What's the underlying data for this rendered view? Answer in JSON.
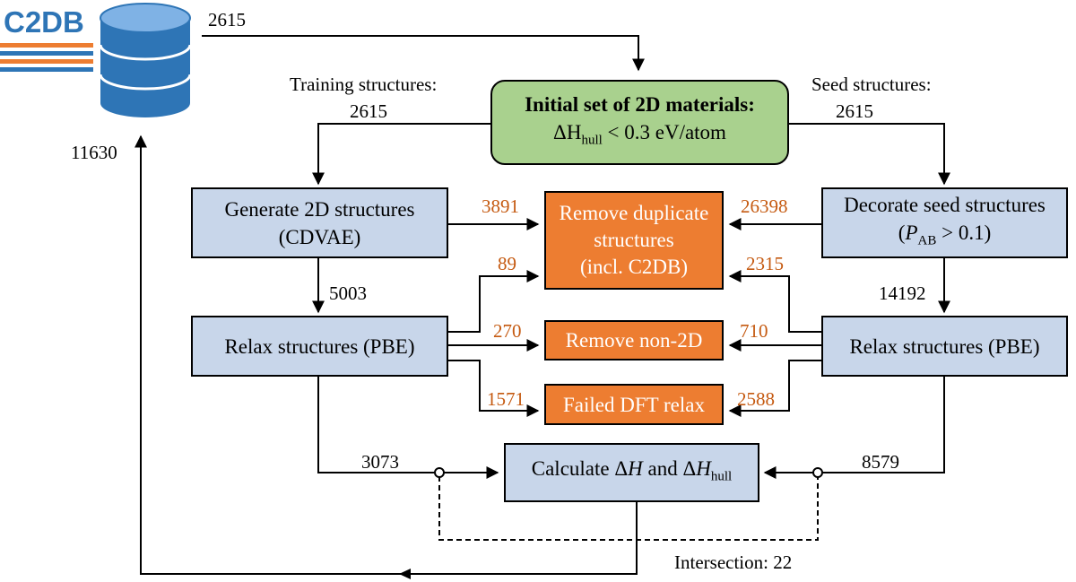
{
  "logo": {
    "text": "C2DB",
    "icon": "database-icon",
    "color": "#2e75b6",
    "stripe_color": "#ed7d31"
  },
  "colors": {
    "blue_box": "#c8d6ea",
    "orange_box": "#ed7d31",
    "green_box": "#a9d18e",
    "orange_text": "#c55a11"
  },
  "counts": {
    "top": "2615",
    "feedback": "11630",
    "training": "2615",
    "seed": "2615",
    "gen_dup": "3891",
    "dec_dup": "26398",
    "gen_relax": "5003",
    "dec_relax": "14192",
    "relax_l_dup": "89",
    "relax_r_dup": "2315",
    "relax_l_non2d": "270",
    "relax_r_non2d": "710",
    "relax_l_fail": "1571",
    "relax_r_fail": "2588",
    "left_calc": "3073",
    "right_calc": "8579"
  },
  "labels": {
    "training": "Training structures:",
    "seed": "Seed structures:",
    "intersection": "Intersection: 22"
  },
  "boxes": {
    "initial_title": "Initial set of 2D materials:",
    "initial_formula": "ΔH",
    "initial_sub": "hull",
    "initial_rest": " < 0.3 eV/atom",
    "generate_l1": "Generate 2D structures",
    "generate_l2": "(CDVAE)",
    "decorate_l1": "Decorate seed structures",
    "decorate_p": "P",
    "decorate_sub": "AB",
    "decorate_rest": " > 0.1)",
    "decorate_open": "(",
    "dup_l1": "Remove duplicate",
    "dup_l2": "structures",
    "dup_l3": "(incl. C2DB)",
    "relax_left": "Relax structures (PBE)",
    "relax_right": "Relax structures (PBE)",
    "non2d": "Remove non-2D",
    "failed": "Failed DFT relax",
    "calc_a": "Calculate Δ",
    "calc_h1": "H",
    "calc_b": " and Δ",
    "calc_h2": "H",
    "calc_sub": "hull"
  }
}
